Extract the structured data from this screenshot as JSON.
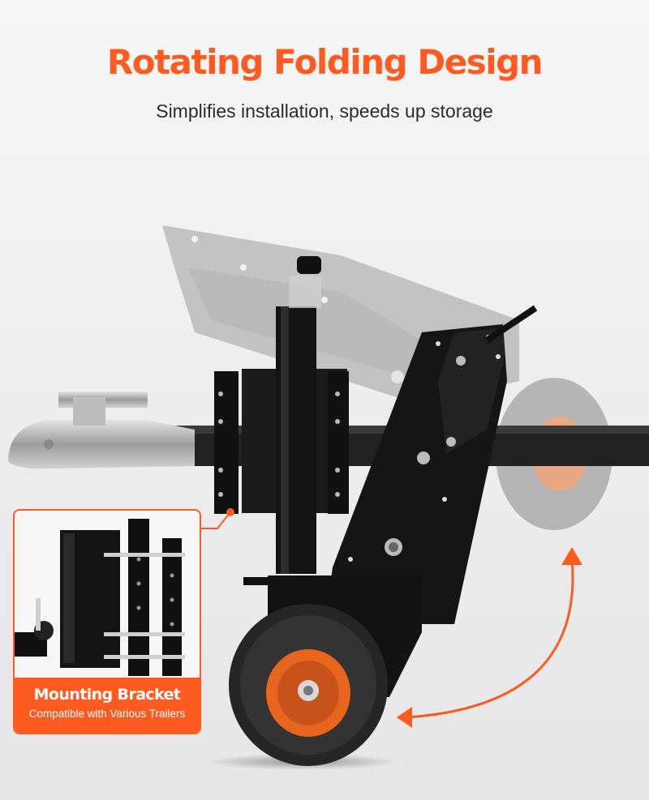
{
  "headline": "Rotating Folding Design",
  "subheadline": "Simplifies installation, speeds up storage",
  "callout": {
    "title": "Mounting Bracket",
    "subtitle": "Compatible with Various Trailers"
  },
  "colors": {
    "accent": "#ff5a1f",
    "metal": "#1a1a1a",
    "tire": "#2a2a2a",
    "rim": "#e8651e",
    "ghost": "#9a9a9a"
  }
}
